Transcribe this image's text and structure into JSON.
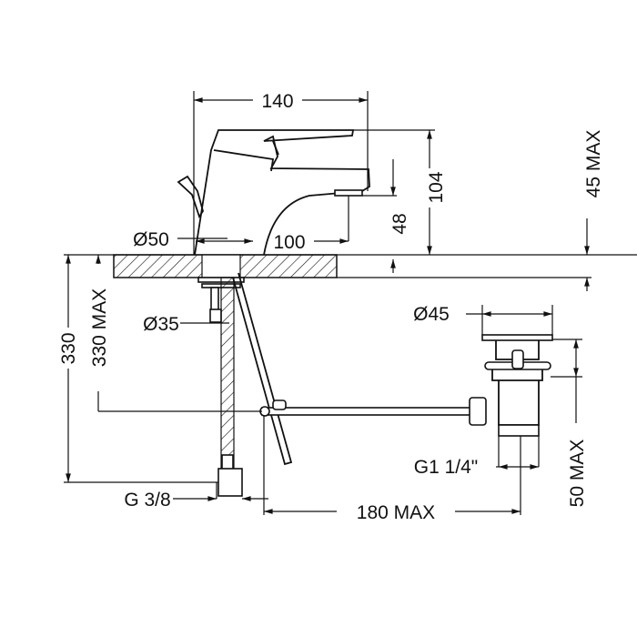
{
  "drawing": {
    "dimensions": {
      "spout_length": "140",
      "total_height": "104",
      "spout_height": "48",
      "deck_thickness_max": "45 MAX",
      "base_diameter": "Ø50",
      "spout_reach": "100",
      "hole_diameter": "Ø35",
      "hose_length": "330",
      "rod_length_max": "330 MAX",
      "waste_diameter": "Ø45",
      "waste_thread": "G1 1/4\"",
      "waste_height_max": "50 MAX",
      "hose_thread": "G 3/8",
      "rod_reach_max": "180 MAX"
    },
    "colors": {
      "line": "#111111",
      "background": "#ffffff"
    }
  }
}
